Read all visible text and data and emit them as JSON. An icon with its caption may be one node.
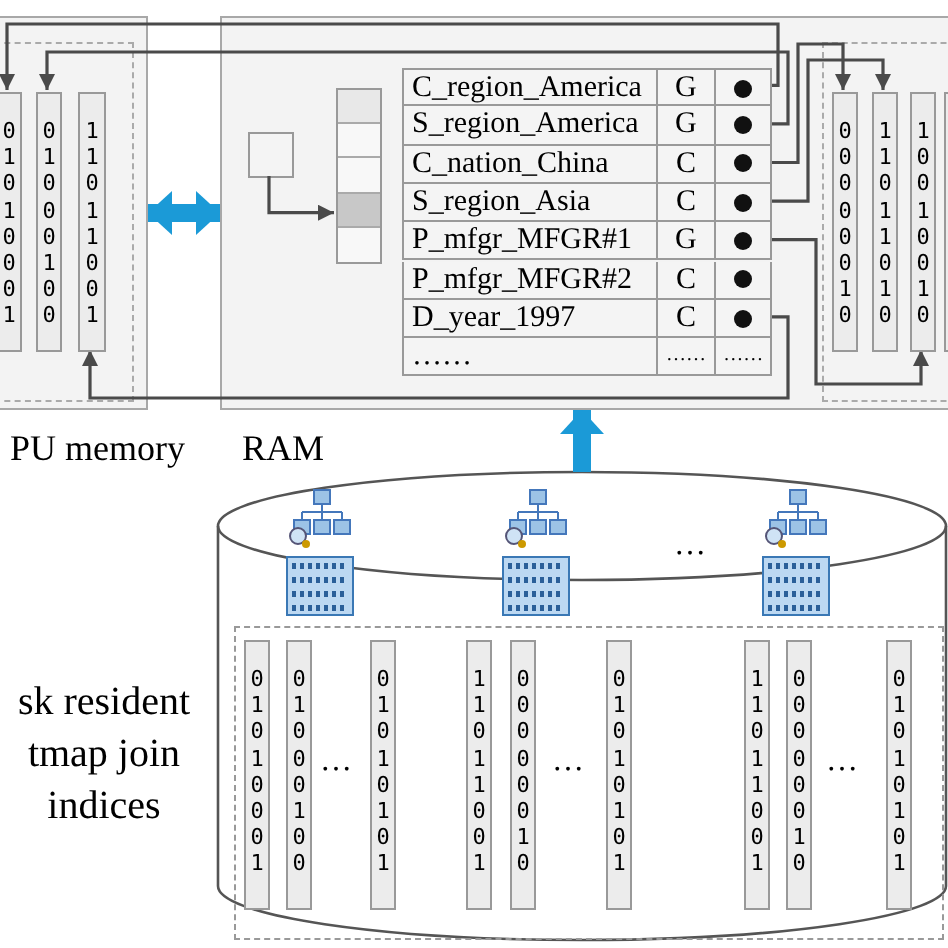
{
  "diagram": {
    "nodes": [
      {
        "text": [
          "PU memory"
        ]
      },
      {
        "text": [
          "0 1 0 1 0 0 0 1"
        ],
        "in": 0
      },
      {
        "text": [
          "0 1 0 0 0 1 0 0"
        ],
        "in": 0
      },
      {
        "text": [
          "1 1 0 1 1 0 0 1"
        ],
        "in": 0
      },
      {
        "text": [
          "RAM"
        ]
      },
      {
        "text": [],
        "shape": "box",
        "in": 4
      },
      {
        "text": [],
        "shape": "bar",
        "in": 4
      },
      {
        "text": [
          "C_region_America",
          "G"
        ],
        "in": 4
      },
      {
        "text": [
          "S_region_America",
          "G"
        ],
        "in": 4
      },
      {
        "text": [
          "C_nation_China",
          "C"
        ],
        "in": 4
      },
      {
        "text": [
          "S_region_Asia",
          "C"
        ],
        "in": 4
      },
      {
        "text": [
          "P_mfgr_MFGR#1",
          "G"
        ],
        "in": 4
      },
      {
        "text": [
          "P_mfgr_MFGR#2",
          "C"
        ],
        "in": 4
      },
      {
        "text": [
          "D_year_1997",
          "C"
        ],
        "in": 4
      },
      {
        "text": [
          "……",
          "……",
          "……"
        ],
        "in": 4
      },
      {
        "text": [
          "0 0 0 0 0 0 1 0"
        ],
        "in": 4
      },
      {
        "text": [
          "1 1 0 1 1 0 1 0"
        ],
        "in": 4
      },
      {
        "text": [
          "1 0 0 1 0 0 1 0"
        ],
        "in": 4
      },
      {
        "text": [],
        "shape": "bar",
        "in": 4
      },
      {
        "text": [],
        "shape": "cylinder",
        "beside": [
          "sk resident tmap join indices"
        ]
      },
      {
        "text": [
          "0 1 0 1 0 0 0 1"
        ],
        "in": 19
      },
      {
        "text": [
          "0 1 0 0 0 1 0 0"
        ],
        "in": 19
      },
      {
        "text": [
          "0 1 0 1 0 1 0 1"
        ],
        "in": 19
      },
      {
        "text": [
          "1 1 0 1 1 0 0 1"
        ],
        "in": 19
      },
      {
        "text": [
          "0 0 0 0 0 0 1 0"
        ],
        "in": 19
      },
      {
        "text": [
          "0 1 0 1 0 1 0 1"
        ],
        "in": 19
      },
      {
        "text": [
          "1 1 0 1 1 0 0 1"
        ],
        "in": 19
      },
      {
        "text": [
          "0 0 0 0 0 0 1 0"
        ],
        "in": 19
      },
      {
        "text": [
          "0 1 0 1 0 1 0 1"
        ],
        "in": 19
      }
    ],
    "edges": [
      {
        "from": 0,
        "to": 4,
        "arrow": "both",
        "style": "thick",
        "color": "#1b9ad7"
      },
      {
        "from": 5,
        "to": 6,
        "arrow": "to"
      },
      {
        "from": 7,
        "to": 1,
        "arrow": "to"
      },
      {
        "from": 8,
        "to": 2,
        "arrow": "to"
      },
      {
        "from": 9,
        "to": 15,
        "arrow": "to"
      },
      {
        "from": 10,
        "to": 16,
        "arrow": "to"
      },
      {
        "from": 11,
        "to": 17,
        "arrow": "to"
      },
      {
        "from": 13,
        "to": 3,
        "arrow": "to"
      },
      {
        "from": 19,
        "to": 4,
        "arrow": "to",
        "style": "thick",
        "color": "#1b9ad7"
      }
    ],
    "labels": [
      "…",
      "…",
      "…",
      "…"
    ]
  }
}
